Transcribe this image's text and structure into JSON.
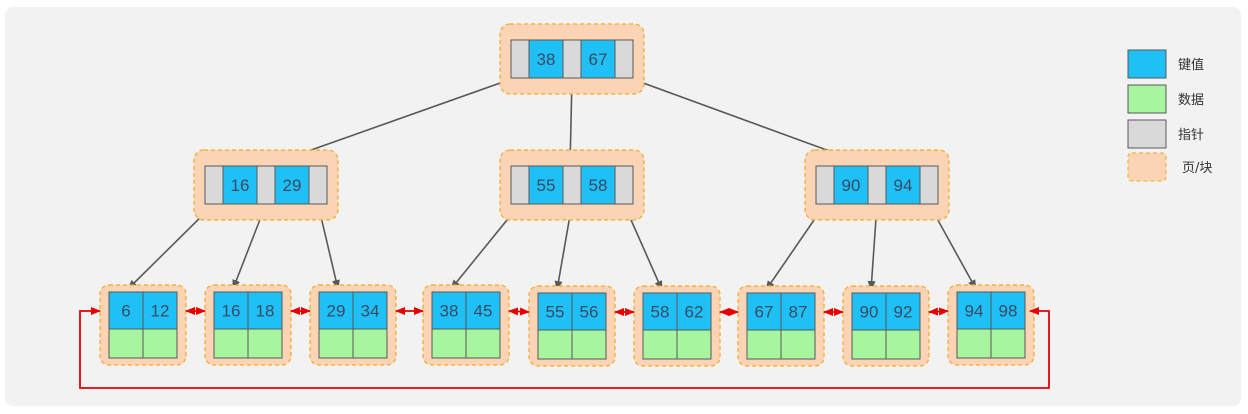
{
  "colors": {
    "key": "#1ec0f5",
    "data": "#a7f59f",
    "pointer": "#d9d9d9",
    "page": "#fbd3b5",
    "page_border": "#f6a828",
    "edge": "#595959",
    "leaf_link": "#e60000",
    "background": "#f2f2f2"
  },
  "legend": [
    {
      "kind": "key",
      "label": "键值"
    },
    {
      "kind": "data",
      "label": "数据"
    },
    {
      "kind": "pointer",
      "label": "指针"
    },
    {
      "kind": "page",
      "label": "页/块"
    }
  ],
  "tree": {
    "root": {
      "keys": [
        "38",
        "67"
      ]
    },
    "internal": [
      {
        "keys": [
          "16",
          "29"
        ]
      },
      {
        "keys": [
          "55",
          "58"
        ]
      },
      {
        "keys": [
          "90",
          "94"
        ]
      }
    ],
    "leaves": [
      {
        "keys": [
          "6",
          "12"
        ]
      },
      {
        "keys": [
          "16",
          "18"
        ]
      },
      {
        "keys": [
          "29",
          "34"
        ]
      },
      {
        "keys": [
          "38",
          "45"
        ]
      },
      {
        "keys": [
          "55",
          "56"
        ]
      },
      {
        "keys": [
          "58",
          "62"
        ]
      },
      {
        "keys": [
          "67",
          "87"
        ]
      },
      {
        "keys": [
          "90",
          "92"
        ]
      },
      {
        "keys": [
          "94",
          "98"
        ]
      }
    ]
  }
}
